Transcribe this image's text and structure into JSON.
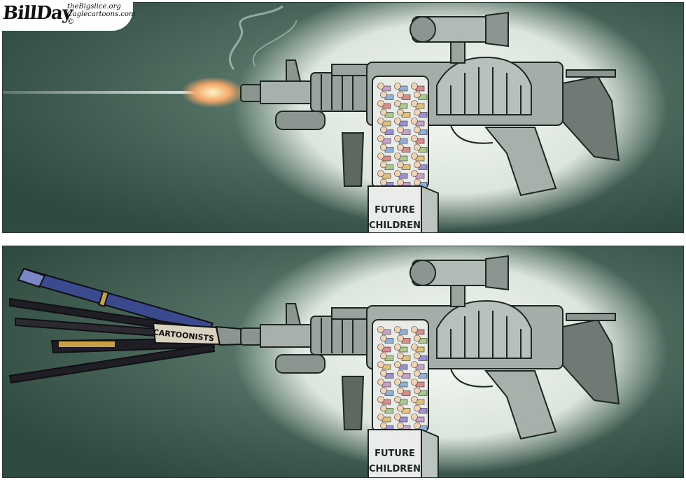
{
  "signature": {
    "artist": "BillDay",
    "site_1": "theBigslice.org",
    "site_2": "Caglecartoons.com",
    "copyright": "©"
  },
  "panels": [
    {
      "id": "top",
      "box_label_line_1": "FUTURE",
      "box_label_line_2": "CHILDREN",
      "muzzle": "flash"
    },
    {
      "id": "bottom",
      "box_label_line_1": "FUTURE",
      "box_label_line_2": "CHILDREN",
      "muzzle": "pens",
      "pen_band_label": "CARTOONISTS"
    }
  ],
  "colors": {
    "background": "#3f5e51",
    "glow": "#eef3ee",
    "gun_metal": "#9ba5a0",
    "muzzle_flash": "#f3a86a",
    "pen_blue": "#3b4a8c",
    "pen_black": "#1e1e24"
  }
}
